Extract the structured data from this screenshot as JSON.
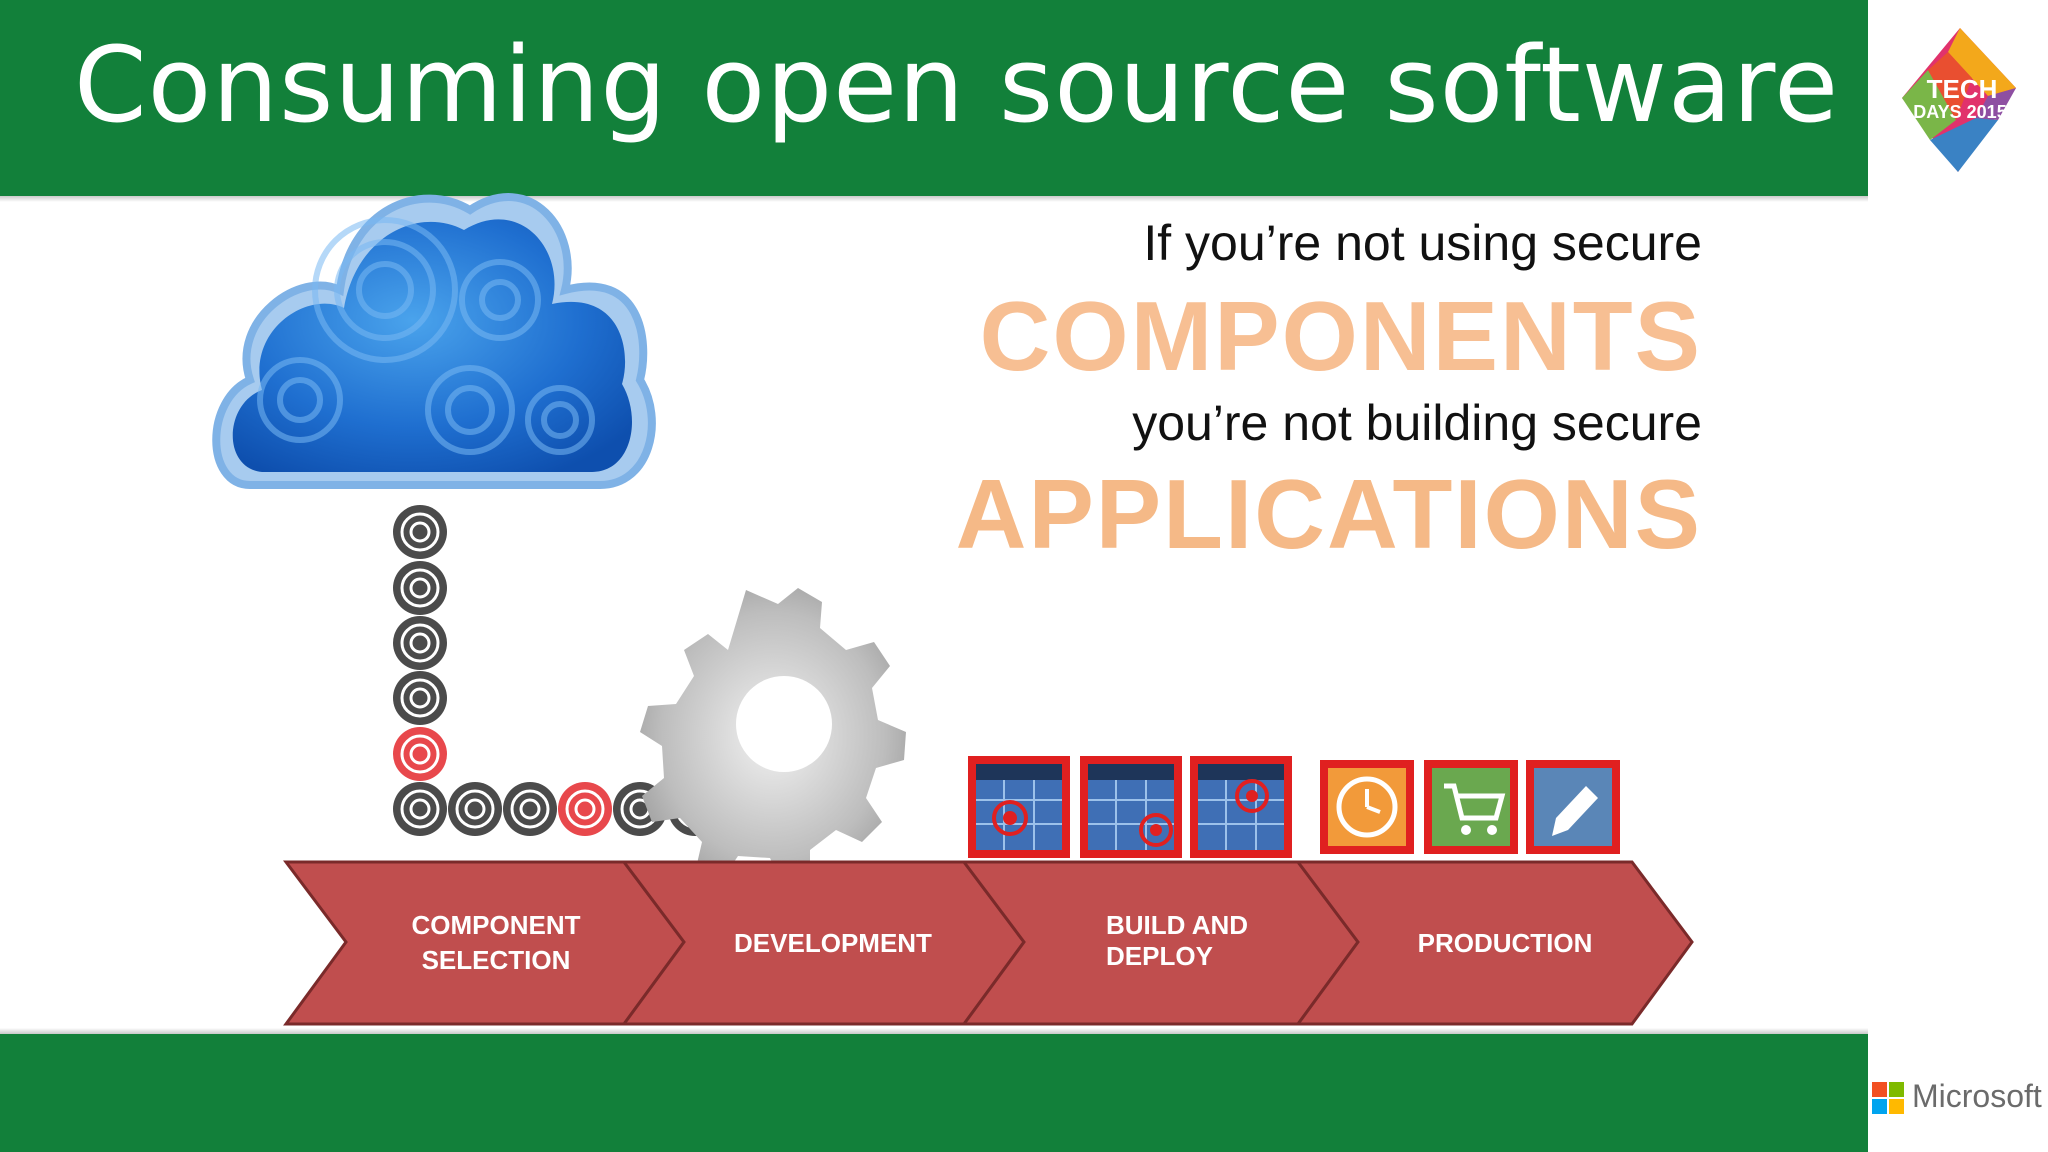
{
  "slide": {
    "title": "Consuming open source software",
    "logo_icon": "tech-days-2015-logo",
    "footer_brand": "Microsoft",
    "colors": {
      "band": "#12803a",
      "accent_orange": "#f7bf93",
      "arrow_red": "#c04e4e"
    }
  },
  "message": {
    "line1": "If you’re not using secure",
    "line2": "COMPONENTS",
    "line3": "you’re not building secure",
    "line4": "APPLICATIONS"
  },
  "pipeline": {
    "stages": [
      {
        "label_line1": "COMPONENT",
        "label_line2": "SELECTION"
      },
      {
        "label_line1": "DEVELOPMENT",
        "label_line2": ""
      },
      {
        "label_line1": "BUILD AND",
        "label_line2": "DEPLOY"
      },
      {
        "label_line1": "PRODUCTION",
        "label_line2": ""
      }
    ],
    "icons": {
      "cloud": "cloud-icon",
      "gear": "gear-icon",
      "build_tiles": [
        "calendar-target-icon",
        "calendar-target-icon",
        "calendar-target-icon"
      ],
      "production_tiles": [
        "clock-icon",
        "shopping-cart-icon",
        "pencil-icon"
      ]
    }
  }
}
